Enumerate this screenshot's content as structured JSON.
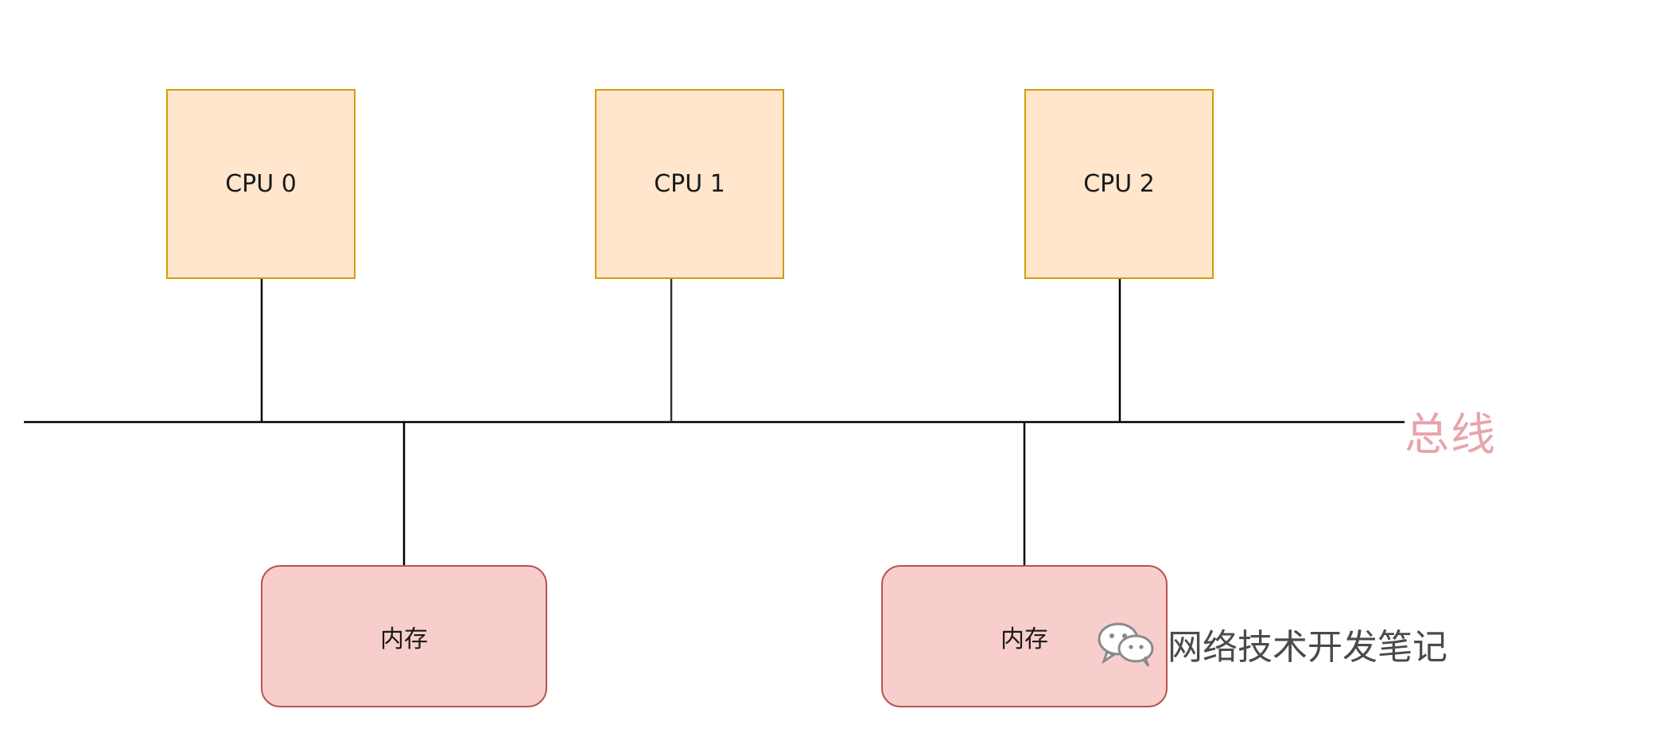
{
  "diagram": {
    "cpus": [
      {
        "label": "CPU 0"
      },
      {
        "label": "CPU 1"
      },
      {
        "label": "CPU 2"
      }
    ],
    "memories": [
      {
        "label": "内存"
      },
      {
        "label": "内存"
      }
    ],
    "bus_label": "总线"
  },
  "watermark": {
    "icon": "wechat-icon",
    "text": "网络技术开发笔记"
  },
  "colors": {
    "cpu_fill": "#ffe6cc",
    "cpu_stroke": "#d79b00",
    "memory_fill": "#f8cecc",
    "memory_stroke": "#b85450",
    "bus_label": "#e8a5aa",
    "line": "#000000"
  }
}
